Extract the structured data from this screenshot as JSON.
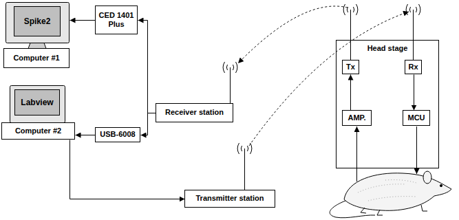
{
  "diagram": {
    "nodes": [
      {
        "text": [
          "Computer #1"
        ]
      },
      {
        "text": [
          "Spike2"
        ],
        "in": 0
      },
      {
        "text": [
          "CED 1401 Plus"
        ]
      },
      {
        "text": [
          "Receiver station"
        ]
      },
      {
        "text": [
          "Computer #2"
        ]
      },
      {
        "text": [
          "Labview"
        ],
        "in": 4
      },
      {
        "text": [
          "USB-6008"
        ]
      },
      {
        "text": [
          "Transmitter station"
        ]
      },
      {
        "text": [
          "Head stage"
        ]
      },
      {
        "text": [
          "Tx"
        ],
        "in": 8
      },
      {
        "text": [
          "Rx"
        ],
        "in": 8
      },
      {
        "text": [
          "AMP."
        ],
        "in": 8
      },
      {
        "text": [
          "MCU"
        ],
        "in": 8
      }
    ],
    "edges": [
      {
        "from": 2,
        "to": 0,
        "arrow": "to"
      },
      {
        "from": 3,
        "to": 2,
        "arrow": "to"
      },
      {
        "from": 3,
        "to": 6,
        "arrow": "to"
      },
      {
        "from": 6,
        "to": 4,
        "arrow": "to"
      },
      {
        "from": 4,
        "to": 7,
        "arrow": "to"
      },
      {
        "from": 11,
        "to": 9,
        "arrow": "to"
      },
      {
        "from": 10,
        "to": 12,
        "arrow": "to"
      }
    ]
  }
}
